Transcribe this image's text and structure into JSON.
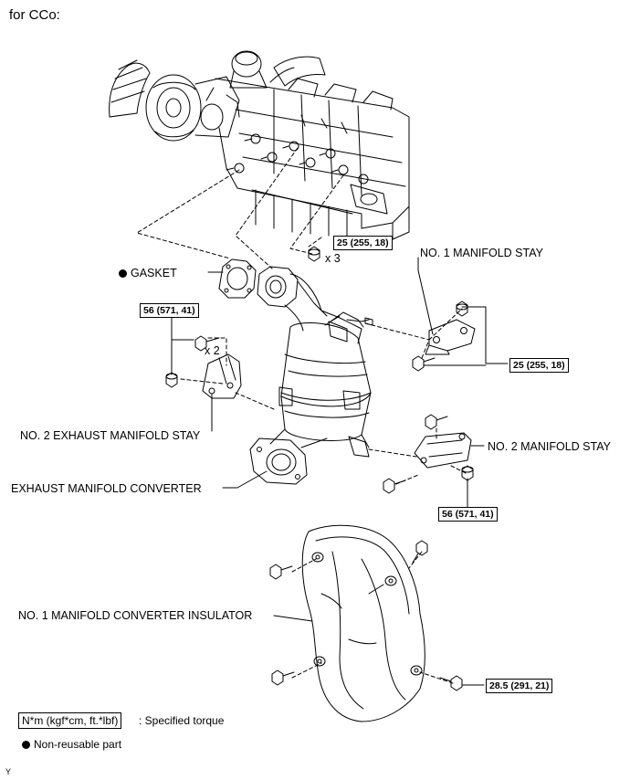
{
  "heading": "for CCo:",
  "labels": {
    "gasket": "GASKET",
    "no1_manifold_stay": "NO. 1 MANIFOLD STAY",
    "no2_exhaust_manifold_stay": "NO. 2 EXHAUST MANIFOLD STAY",
    "no2_manifold_stay": "NO. 2 MANIFOLD STAY",
    "exhaust_manifold_converter": "EXHAUST MANIFOLD CONVERTER",
    "no1_converter_insulator": "NO. 1 MANIFOLD CONVERTER INSULATOR"
  },
  "torques": {
    "nuts_top": "25 (255, 18)",
    "stay1_bolts": "25 (255, 18)",
    "stay2_exhaust_bolts": "56 (571, 41)",
    "stay2_bolts": "56 (571, 41)",
    "insulator_bolts": "28.5 (291, 21)"
  },
  "multipliers": {
    "nuts_top": "x 3",
    "stay2_exhaust": "x 2"
  },
  "legend": {
    "torque_unit": "N*m (kgf*cm, ft.*lbf)",
    "torque_desc": ": Specified torque",
    "nonreusable_desc": "Non-reusable part"
  },
  "corner_mark": "Y"
}
